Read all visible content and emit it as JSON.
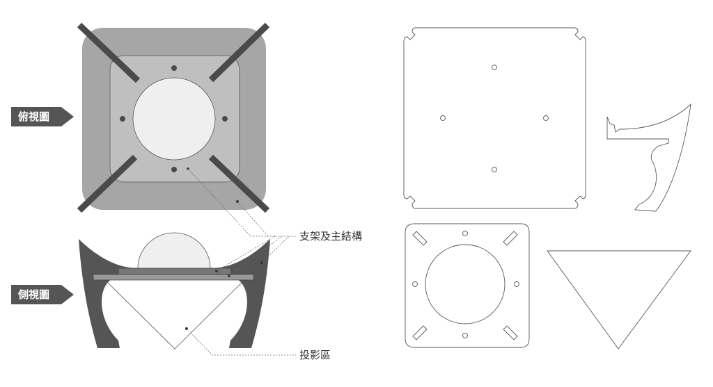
{
  "labels": {
    "top_view": "俯視圖",
    "side_view": "側視圖",
    "support_structure": "支架及主結構",
    "projection_area": "投影區"
  },
  "colors": {
    "tag_background": "#555555",
    "top_frame": "#a6a6a6",
    "top_plate": "#bfbfbf",
    "dome": "#efefef",
    "struts": "#4a4a4a",
    "side_body": "#555555",
    "outline": "#555555",
    "leader": "#666666"
  }
}
